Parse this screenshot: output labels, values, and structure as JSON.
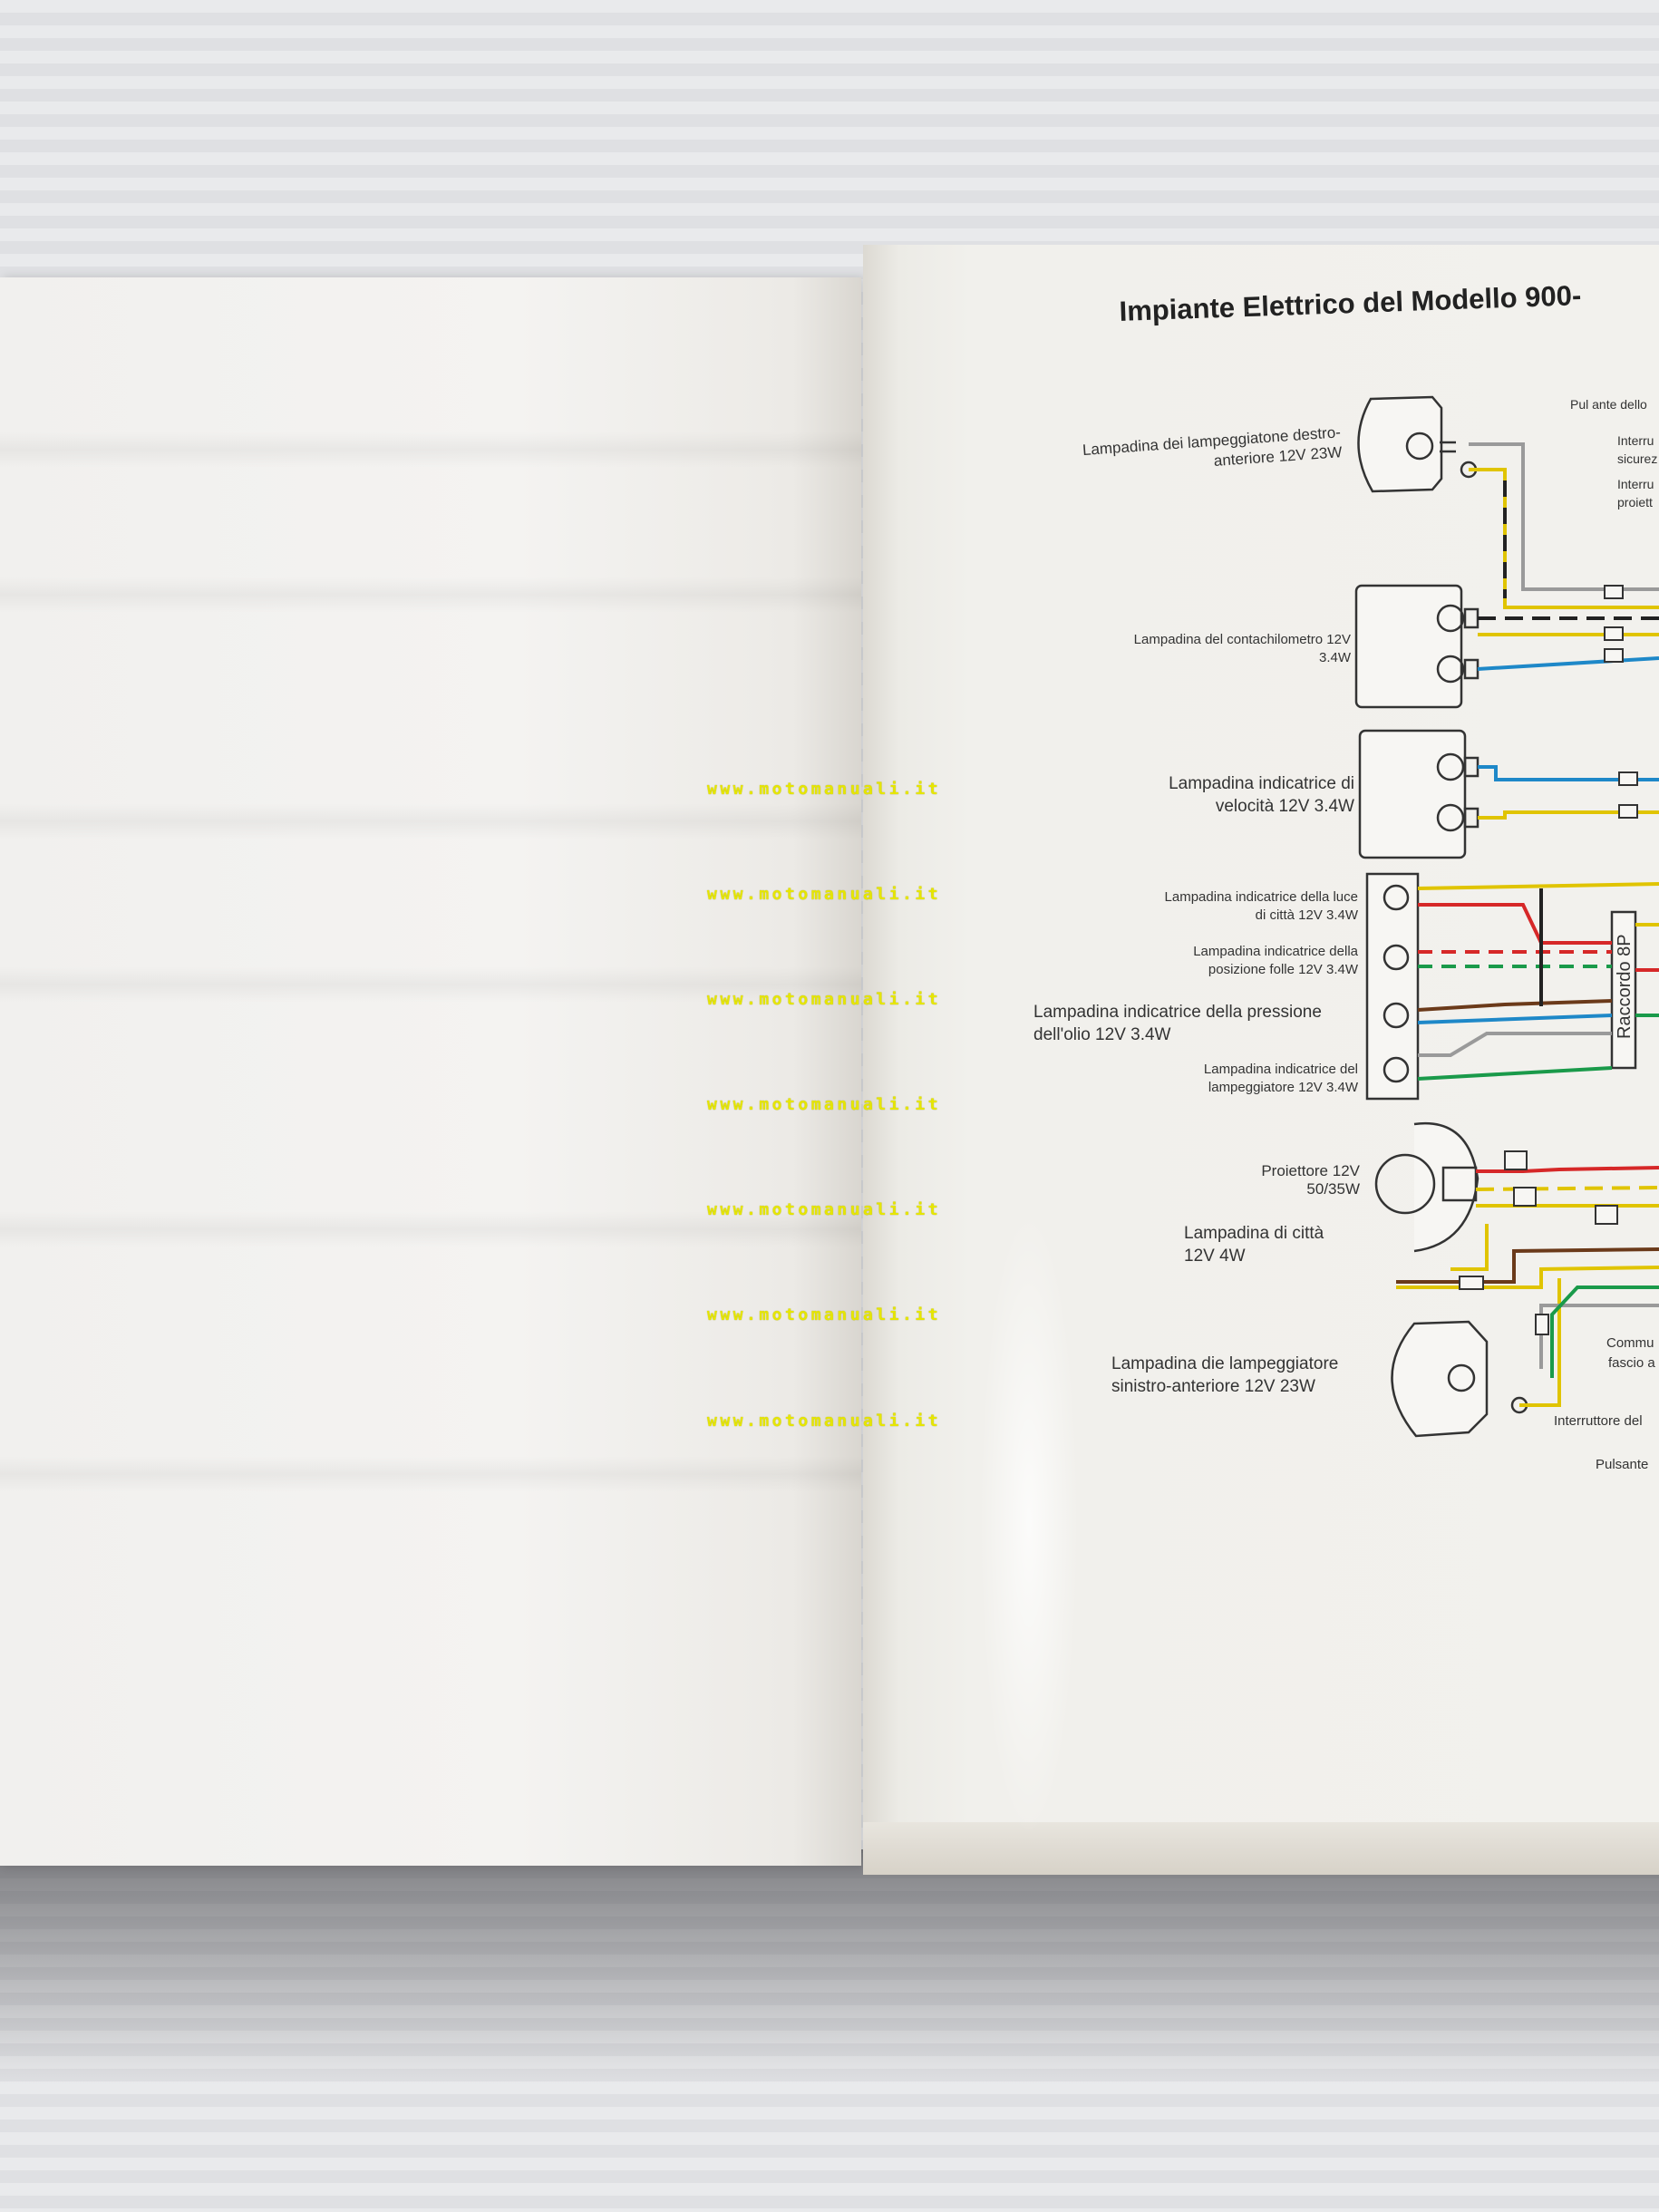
{
  "title": "Impiante Elettrico del Modello 900-",
  "watermark": "www.motomanuali.it",
  "components": [
    {
      "label": "Lampadina dei lampeggiatone destro-anteriore 12V 23W"
    },
    {
      "label": "Lampadina del contachilometro 12V 3.4W"
    },
    {
      "label": "Lampadina indicatrice di velocità 12V 3.4W"
    },
    {
      "label": "Lampadina indicatrice della luce di città 12V 3.4W"
    },
    {
      "label": "Lampadina indicatrice della posizione folle 12V 3.4W"
    },
    {
      "label": "Lampadina indicatrice della pressione dell'olio 12V 3.4W"
    },
    {
      "label": "Lampadina indicatrice del lampeggiatore 12V 3.4W"
    },
    {
      "label": "Proiettore 12V 50/35W"
    },
    {
      "label": "Lampadina di città 12V 4W"
    },
    {
      "label": "Lampadina die lampeggiatore sinistro-anteriore 12V 23W"
    }
  ],
  "connector_label": "Raccordo 8P",
  "edge_labels": [
    "Pul ante dello",
    "Interru",
    "sicurez",
    "Interru",
    "proiett",
    "Commu",
    "fascio a",
    "Interruttore del",
    "Pulsante"
  ],
  "wire_colors": {
    "yellow": "#e0c400",
    "blue": "#1e88c8",
    "red": "#d62828",
    "green": "#1a9a4a",
    "brown": "#6b3a1a",
    "black": "#222222",
    "gray": "#9a9a9a"
  }
}
